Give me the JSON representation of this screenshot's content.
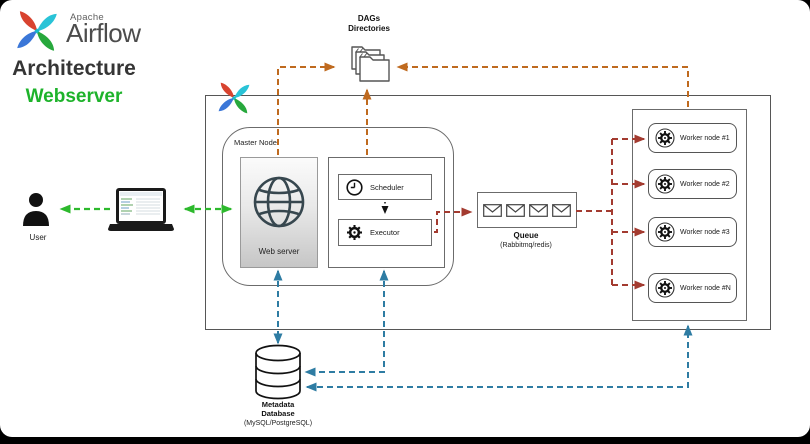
{
  "brand": {
    "apache": "Apache",
    "airflow": "Airflow",
    "title": "Architecture",
    "subtitle": "Webserver"
  },
  "nodes": {
    "user": {
      "label": "User"
    },
    "dags": {
      "title": "DAGs",
      "subtitle": "Directories"
    },
    "master": {
      "label": "Master Node",
      "webserver": "Web server",
      "scheduler": "Scheduler",
      "executor": "Executor"
    },
    "queue": {
      "title": "Queue",
      "subtitle": "(Rabbitmq/redis)"
    },
    "workers": {
      "items": [
        {
          "label": "Worker node #1"
        },
        {
          "label": "Worker node #2"
        },
        {
          "label": "Worker node #3"
        },
        {
          "label": "Worker node #N"
        }
      ]
    },
    "database": {
      "title": "Metadata",
      "title2": "Database",
      "subtitle": "(MySQL/PostgreSQL)"
    }
  },
  "colors": {
    "arrow_green": "#2db92d",
    "arrow_orange": "#bf6a1f",
    "arrow_red": "#a33b30",
    "arrow_blue": "#2e7ca3",
    "brand_green": "#1eb32b",
    "logo_red": "#d8432f",
    "logo_cyan": "#29c3d7",
    "logo_green": "#27a83c",
    "logo_blue": "#3b77d8"
  }
}
